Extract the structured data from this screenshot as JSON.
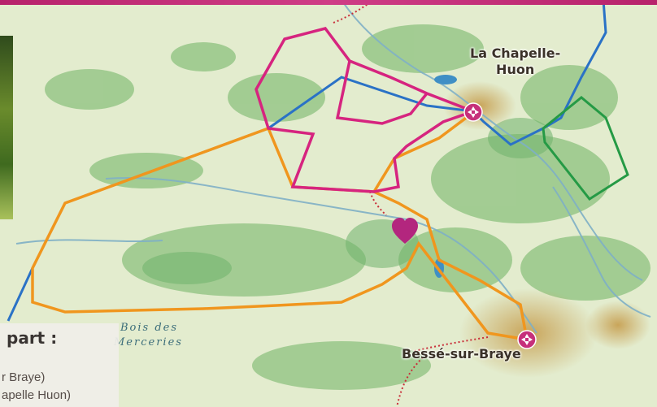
{
  "map": {
    "places": {
      "la_chapelle": "La Chapelle-",
      "la_chapelle_2": "Huon",
      "besse": "Bessé-sur-Braye",
      "forest_1": "Bois des",
      "forest_2": "Merceries"
    },
    "legend": {
      "title": "part :",
      "line1": "r Braye)",
      "line2": "apelle Huon)"
    },
    "icons": [
      "start-point-icon",
      "heart-icon"
    ],
    "colors": {
      "route_orange": "#f0961e",
      "route_magenta": "#d6247f",
      "route_blue": "#2a72c6",
      "route_green": "#259a45",
      "frame": "#c22d75"
    }
  }
}
